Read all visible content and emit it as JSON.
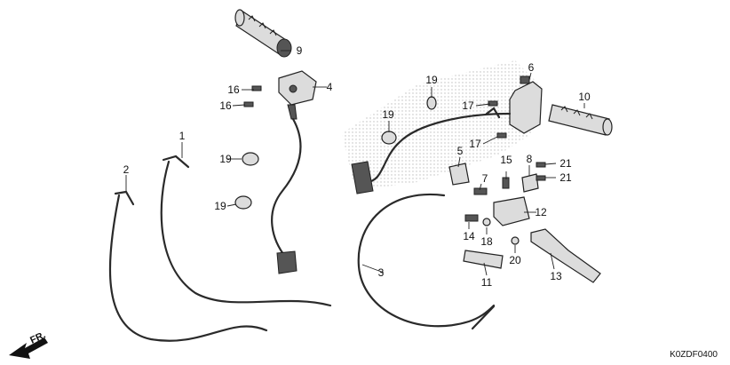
{
  "diagram_code": "K0ZDF0400",
  "direction_marker": "FR.",
  "callouts": {
    "c1": "1",
    "c2": "2",
    "c3": "3",
    "c4": "4",
    "c5": "5",
    "c6": "6",
    "c7": "7",
    "c8": "8",
    "c9": "9",
    "c10": "10",
    "c11": "11",
    "c12": "12",
    "c13": "13",
    "c14": "14",
    "c15": "15",
    "c16a": "16",
    "c16b": "16",
    "c17a": "17",
    "c17b": "17",
    "c18": "18",
    "c19a": "19",
    "c19b": "19",
    "c19c": "19",
    "c19d": "19",
    "c20": "20",
    "c21a": "21",
    "c21b": "21"
  },
  "colors": {
    "line": "#222222",
    "part_fill": "#dcdcdc",
    "watermark": "#c8c8c8"
  }
}
